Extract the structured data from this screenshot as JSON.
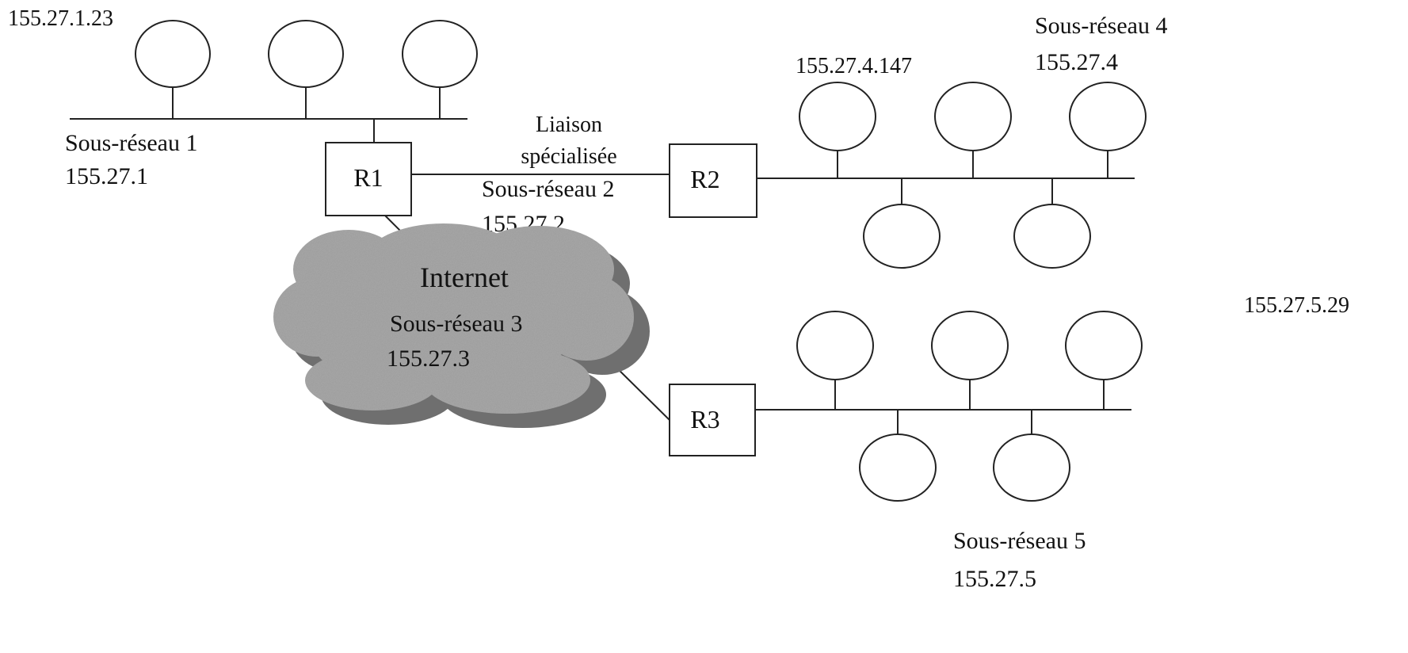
{
  "subnet1": {
    "name": "Sous-réseau 1",
    "prefix": "155.27.1",
    "host_address": "155.27.1.23"
  },
  "subnet2": {
    "link_line1": "Liaison",
    "link_line2": "spécialisée",
    "name": "Sous-réseau 2",
    "prefix": "155.27.2"
  },
  "subnet3": {
    "cloud_label": "Internet",
    "name": "Sous-réseau 3",
    "prefix": "155.27.3"
  },
  "subnet4": {
    "name": "Sous-réseau 4",
    "prefix": "155.27.4",
    "host_address": "155.27.4.147"
  },
  "subnet5": {
    "name": "Sous-réseau 5",
    "prefix": "155.27.5",
    "host_address": "155.27.5.29"
  },
  "routers": {
    "r1": "R1",
    "r2": "R2",
    "r3": "R3"
  },
  "colors": {
    "line": "#222222",
    "cloud": "#a9a9a9",
    "cloud_shadow": "#6f6f6f"
  }
}
